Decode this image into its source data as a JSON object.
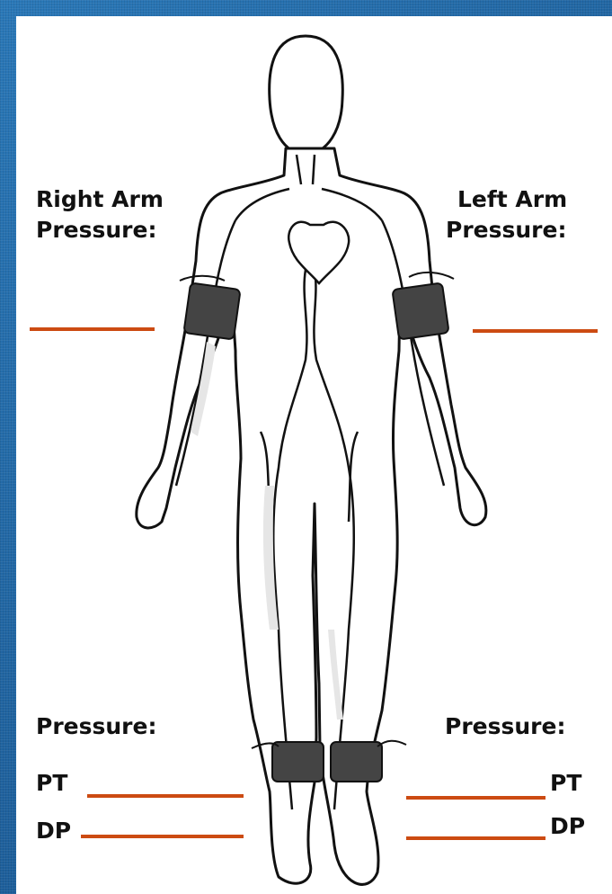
{
  "labels": {
    "right_arm_line1": "Right Arm",
    "right_arm_line2": "Pressure:",
    "left_arm_line1": "Left Arm",
    "left_arm_line2": "Pressure:",
    "right_ankle_title": "Pressure:",
    "left_ankle_title": "Pressure:",
    "right_pt": "PT",
    "right_dp": "DP",
    "left_pt": "PT",
    "left_dp": "DP"
  },
  "colors": {
    "frame": "#1a5d9a",
    "answer_line": "#cc4b12",
    "cuff": "#444444"
  },
  "icons": {
    "figure": "human-body-vascular-icon",
    "cuff": "blood-pressure-cuff-icon"
  }
}
